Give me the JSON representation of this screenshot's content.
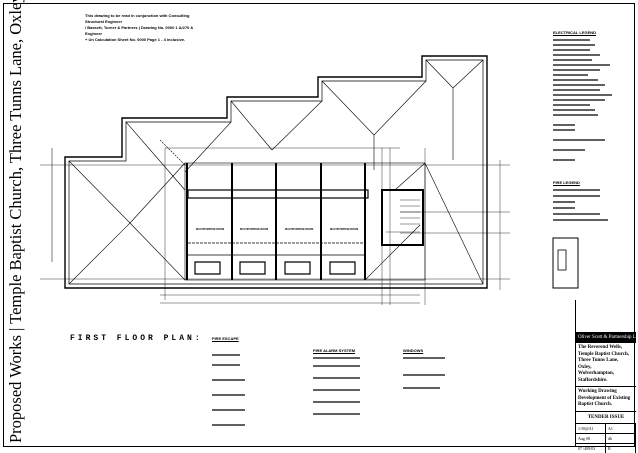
{
  "drawing": {
    "side_title": "Proposed Works | Temple Baptist Church, Three Tunns Lane, Oxley, Wolverhampton.",
    "header_note": [
      "This drawing to be read in conjunction with Consulting Structural Engineer",
      "/ Bassett, Turner & Partners | Drawing No. 0000 1 A/270 & Engineer",
      "+ Un Calculation Sheet No. 0000 Page 1 - 4 inclusive."
    ],
    "plan_title": "FIRST FLOOR PLAN:",
    "room_labels": [
      "MULTIPURPOSE ROOM",
      "MULTIPURPOSE ROOM",
      "MULTIPURPOSE ROOM",
      "MULTIPURPOSE ROOM"
    ],
    "legend_titles": {
      "electrical": "ELECTRICAL LEGEND",
      "fire": "FIRE LEGEND",
      "fire_notes": "FIRE ESCAPE",
      "fire_alarm": "FIRE ALARM SYSTEM",
      "dwelling": "WINDOWS"
    }
  },
  "title_block": {
    "firm": "Oliver Scott & Partnership Ltd",
    "client": [
      "The Reverend Wells,",
      "Temple Baptist Church,",
      "Three Tunns Lane,",
      "Oxley,",
      "Wolverhampton,",
      "Staffordshire."
    ],
    "project": [
      "Working Drawing",
      "Development of Existing",
      "Baptist Church."
    ],
    "status": "TENDER ISSUE",
    "scale": "1:50@A1",
    "sheet": "A1",
    "date": "Aug 08",
    "drawn": "db",
    "drawing_no": "07 /409/03",
    "rev": "B"
  }
}
